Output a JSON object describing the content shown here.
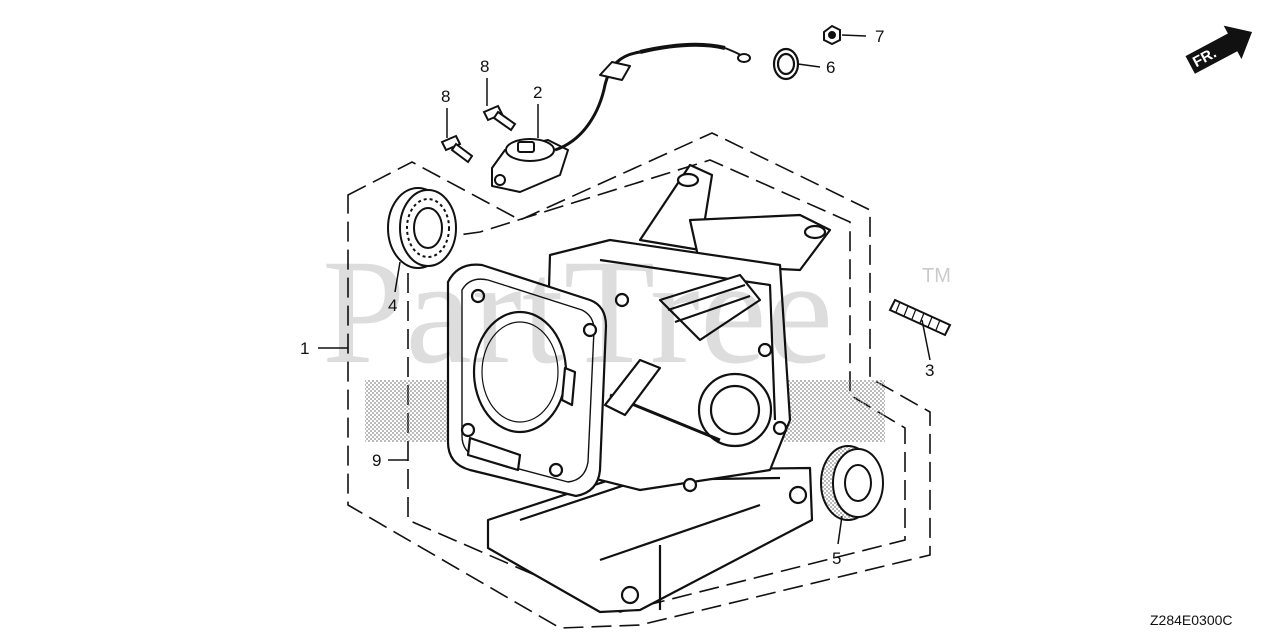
{
  "watermark": {
    "text": "PartTree",
    "trademark": "TM"
  },
  "direction_arrow": {
    "label": "FR.",
    "icon": "direction-arrow-icon"
  },
  "callouts": [
    "1",
    "2",
    "3",
    "4",
    "5",
    "6",
    "7",
    "8",
    "8",
    "9"
  ],
  "diagram_code": "Z284E0300C",
  "colors": {
    "line": "#111111",
    "fill": "#ffffff",
    "shade": "#9a9a9a"
  }
}
